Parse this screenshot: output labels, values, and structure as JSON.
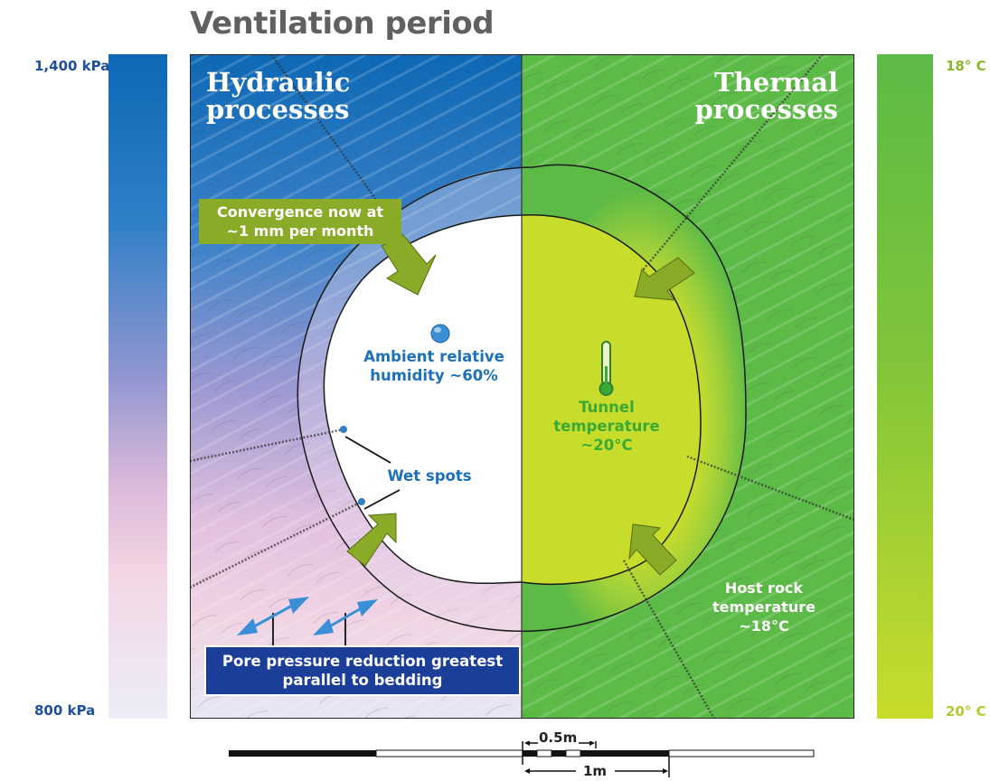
{
  "title": "Ventilation period",
  "pressure_scale": {
    "top_label": "1,400 kPa",
    "bottom_label": "800 kPa"
  },
  "temperature_scale": {
    "top_label": "18° C",
    "bottom_label": "20° C"
  },
  "panels": {
    "left_heading": "Hydraulic\nprocesses",
    "right_heading": "Thermal\nprocesses"
  },
  "labels": {
    "convergence": "Convergence now at\n~1 mm per month",
    "humidity": "Ambient relative\nhumidity ~60%",
    "wet_spots": "Wet spots",
    "tunnel_temperature": "Tunnel\ntemperature\n~20°C",
    "host_rock_temperature": "Host rock\ntemperature\n~18°C",
    "pore_pressure": "Pore pressure reduction greatest\nparallel to bedding"
  },
  "scale_bar": {
    "half_metre": "0.5m",
    "one_metre": "1m"
  },
  "colors": {
    "hydraulic_blue": "#0e68b5",
    "thermal_green": "#5cba46",
    "tunnel_yellow_green": "#c8dc2c",
    "label_blue": "#1d71b8",
    "label_green": "#3aaa35",
    "callout_olive": "#8aab27",
    "callout_navy": "#1b3e99"
  },
  "icons": [
    "water-drop-icon",
    "thermometer-icon",
    "arrow-icon"
  ]
}
